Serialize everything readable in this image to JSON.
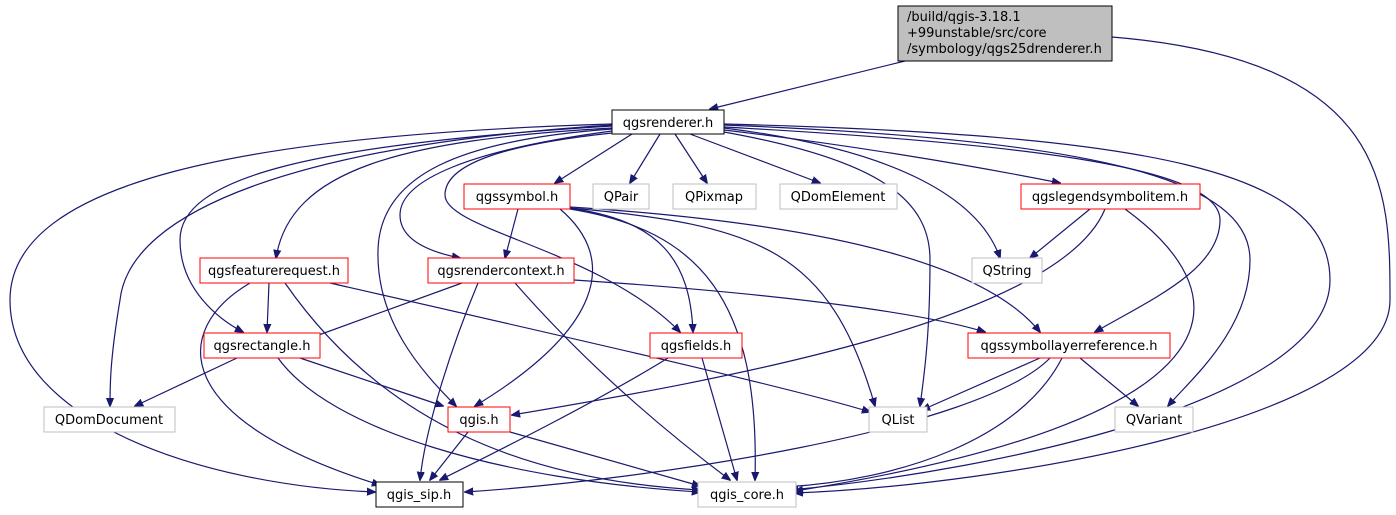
{
  "diagram": {
    "title_node": {
      "lines": [
        "/build/qgis-3.18.1",
        "+99unstable/src/core",
        "/symbology/qgs25drenderer.h"
      ]
    },
    "nodes": {
      "qgsrenderer": "qgsrenderer.h",
      "qgssymbol": "qgssymbol.h",
      "qpair": "QPair",
      "qpixmap": "QPixmap",
      "qdomelement": "QDomElement",
      "qgslegendsymbolitem": "qgslegendsymbolitem.h",
      "qgsfeaturerequest": "qgsfeaturerequest.h",
      "qgsrendercontext": "qgsrendercontext.h",
      "qstring": "QString",
      "qgsrectangle": "qgsrectangle.h",
      "qgsfields": "qgsfields.h",
      "qgssymbollayerreference": "qgssymbollayerreference.h",
      "qdomdocument": "QDomDocument",
      "qgis": "qgis.h",
      "qlist": "QList",
      "qvariant": "QVariant",
      "qgis_sip": "qgis_sip.h",
      "qgis_core": "qgis_core.h"
    },
    "colors": {
      "edge": "#191970",
      "root_fill": "#bfbfbf",
      "documented_border": "#000000",
      "incomplete_border": "#ff0000",
      "external_border": "#bfbfbf"
    }
  }
}
